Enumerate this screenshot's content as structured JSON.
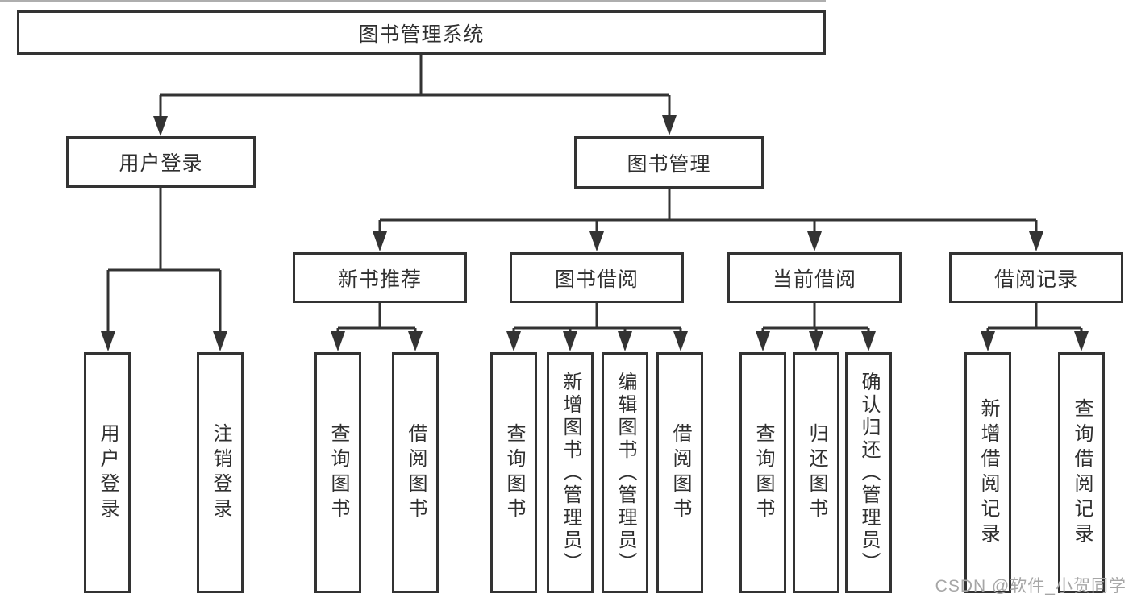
{
  "diagram": {
    "root": {
      "label": "图书管理系统"
    },
    "branches": [
      {
        "label": "用户登录",
        "children": [
          {
            "label": "用户登录"
          },
          {
            "label": "注销登录"
          }
        ]
      },
      {
        "label": "图书管理",
        "children": [
          {
            "label": "新书推荐",
            "children": [
              {
                "label": "查询图书"
              },
              {
                "label": "借阅图书"
              }
            ]
          },
          {
            "label": "图书借阅",
            "children": [
              {
                "label": "查询图书"
              },
              {
                "label": "新增图书（管理员）"
              },
              {
                "label": "编辑图书（管理员）"
              },
              {
                "label": "借阅图书"
              }
            ]
          },
          {
            "label": "当前借阅",
            "children": [
              {
                "label": "查询图书"
              },
              {
                "label": "归还图书"
              },
              {
                "label": "确认归还（管理员）"
              }
            ]
          },
          {
            "label": "借阅记录",
            "children": [
              {
                "label": "新增借阅记录"
              },
              {
                "label": "查询借阅记录"
              }
            ]
          }
        ]
      }
    ]
  },
  "watermark": {
    "text": "CSDN @软件_小贺同学"
  },
  "colors": {
    "line": "#333333",
    "box_border": "#333333",
    "text": "#2f2f2f",
    "watermark": "#a6a6a6",
    "background": "#ffffff"
  }
}
